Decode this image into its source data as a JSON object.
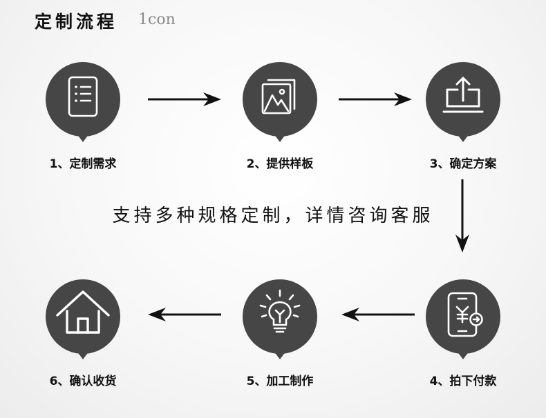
{
  "header": {
    "title": "定制流程",
    "subtitle": "1con"
  },
  "steps": [
    {
      "label": "1、定制需求",
      "icon": "checklist-icon"
    },
    {
      "label": "2、提供样板",
      "icon": "gallery-icon"
    },
    {
      "label": "3、确定方案",
      "icon": "upload-icon"
    },
    {
      "label": "4、拍下付款",
      "icon": "phone-payment-icon"
    },
    {
      "label": "5、加工制作",
      "icon": "lightbulb-icon"
    },
    {
      "label": "6、确认收货",
      "icon": "home-icon"
    }
  ],
  "note": "支持多种规格定制，详情咨询客服",
  "colors": {
    "pin": "#464646",
    "icon": "#ffffff",
    "arrow": "#111111"
  }
}
